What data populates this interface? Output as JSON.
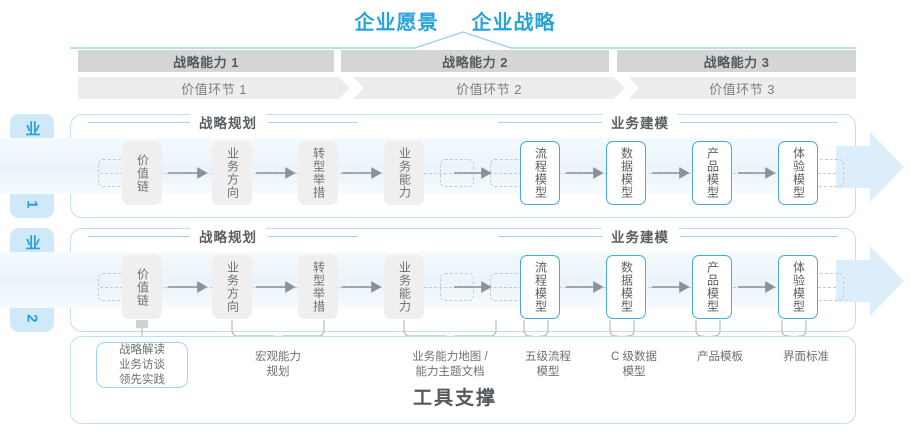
{
  "header": {
    "vision_title": "企业愿景",
    "strategy_title": "企业战略",
    "accent_color": "#29a3dc"
  },
  "capability_bars": [
    {
      "label": "战略能力 1"
    },
    {
      "label": "战略能力 2"
    },
    {
      "label": "战略能力 3"
    }
  ],
  "value_bars": [
    {
      "label": "价值环节 1"
    },
    {
      "label": "价值环节 2"
    },
    {
      "label": "价值环节 3"
    }
  ],
  "domains": [
    {
      "tab_label": "业务领域 1",
      "sections": [
        {
          "title": "战略规划",
          "nodes": [
            {
              "label": "价值链"
            },
            {
              "label": "业务方向"
            },
            {
              "label": "转型举措"
            },
            {
              "label": "业务能力"
            }
          ]
        },
        {
          "title": "业务建模",
          "nodes": [
            {
              "label": "流程模型"
            },
            {
              "label": "数据模型"
            },
            {
              "label": "产品模型"
            },
            {
              "label": "体验模型"
            }
          ]
        }
      ]
    },
    {
      "tab_label": "业务领域 2",
      "sections": [
        {
          "title": "战略规划",
          "nodes": [
            {
              "label": "价值链"
            },
            {
              "label": "业务方向"
            },
            {
              "label": "转型举措"
            },
            {
              "label": "业务能力"
            }
          ]
        },
        {
          "title": "业务建模",
          "nodes": [
            {
              "label": "流程模型"
            },
            {
              "label": "数据模型"
            },
            {
              "label": "产品模型"
            },
            {
              "label": "体验模型"
            }
          ]
        }
      ]
    }
  ],
  "tool_support": {
    "title": "工具支撑",
    "highlight_note": "战略解读\n业务访谈\n领先实践",
    "notes": [
      {
        "label": "宏观能力\n规划"
      },
      {
        "label": "业务能力地图 /\n能力主题文档"
      },
      {
        "label": "五级流程\n模型"
      },
      {
        "label": "C 级数据\n模型"
      },
      {
        "label": "产品模板"
      },
      {
        "label": "界面标准"
      }
    ]
  }
}
